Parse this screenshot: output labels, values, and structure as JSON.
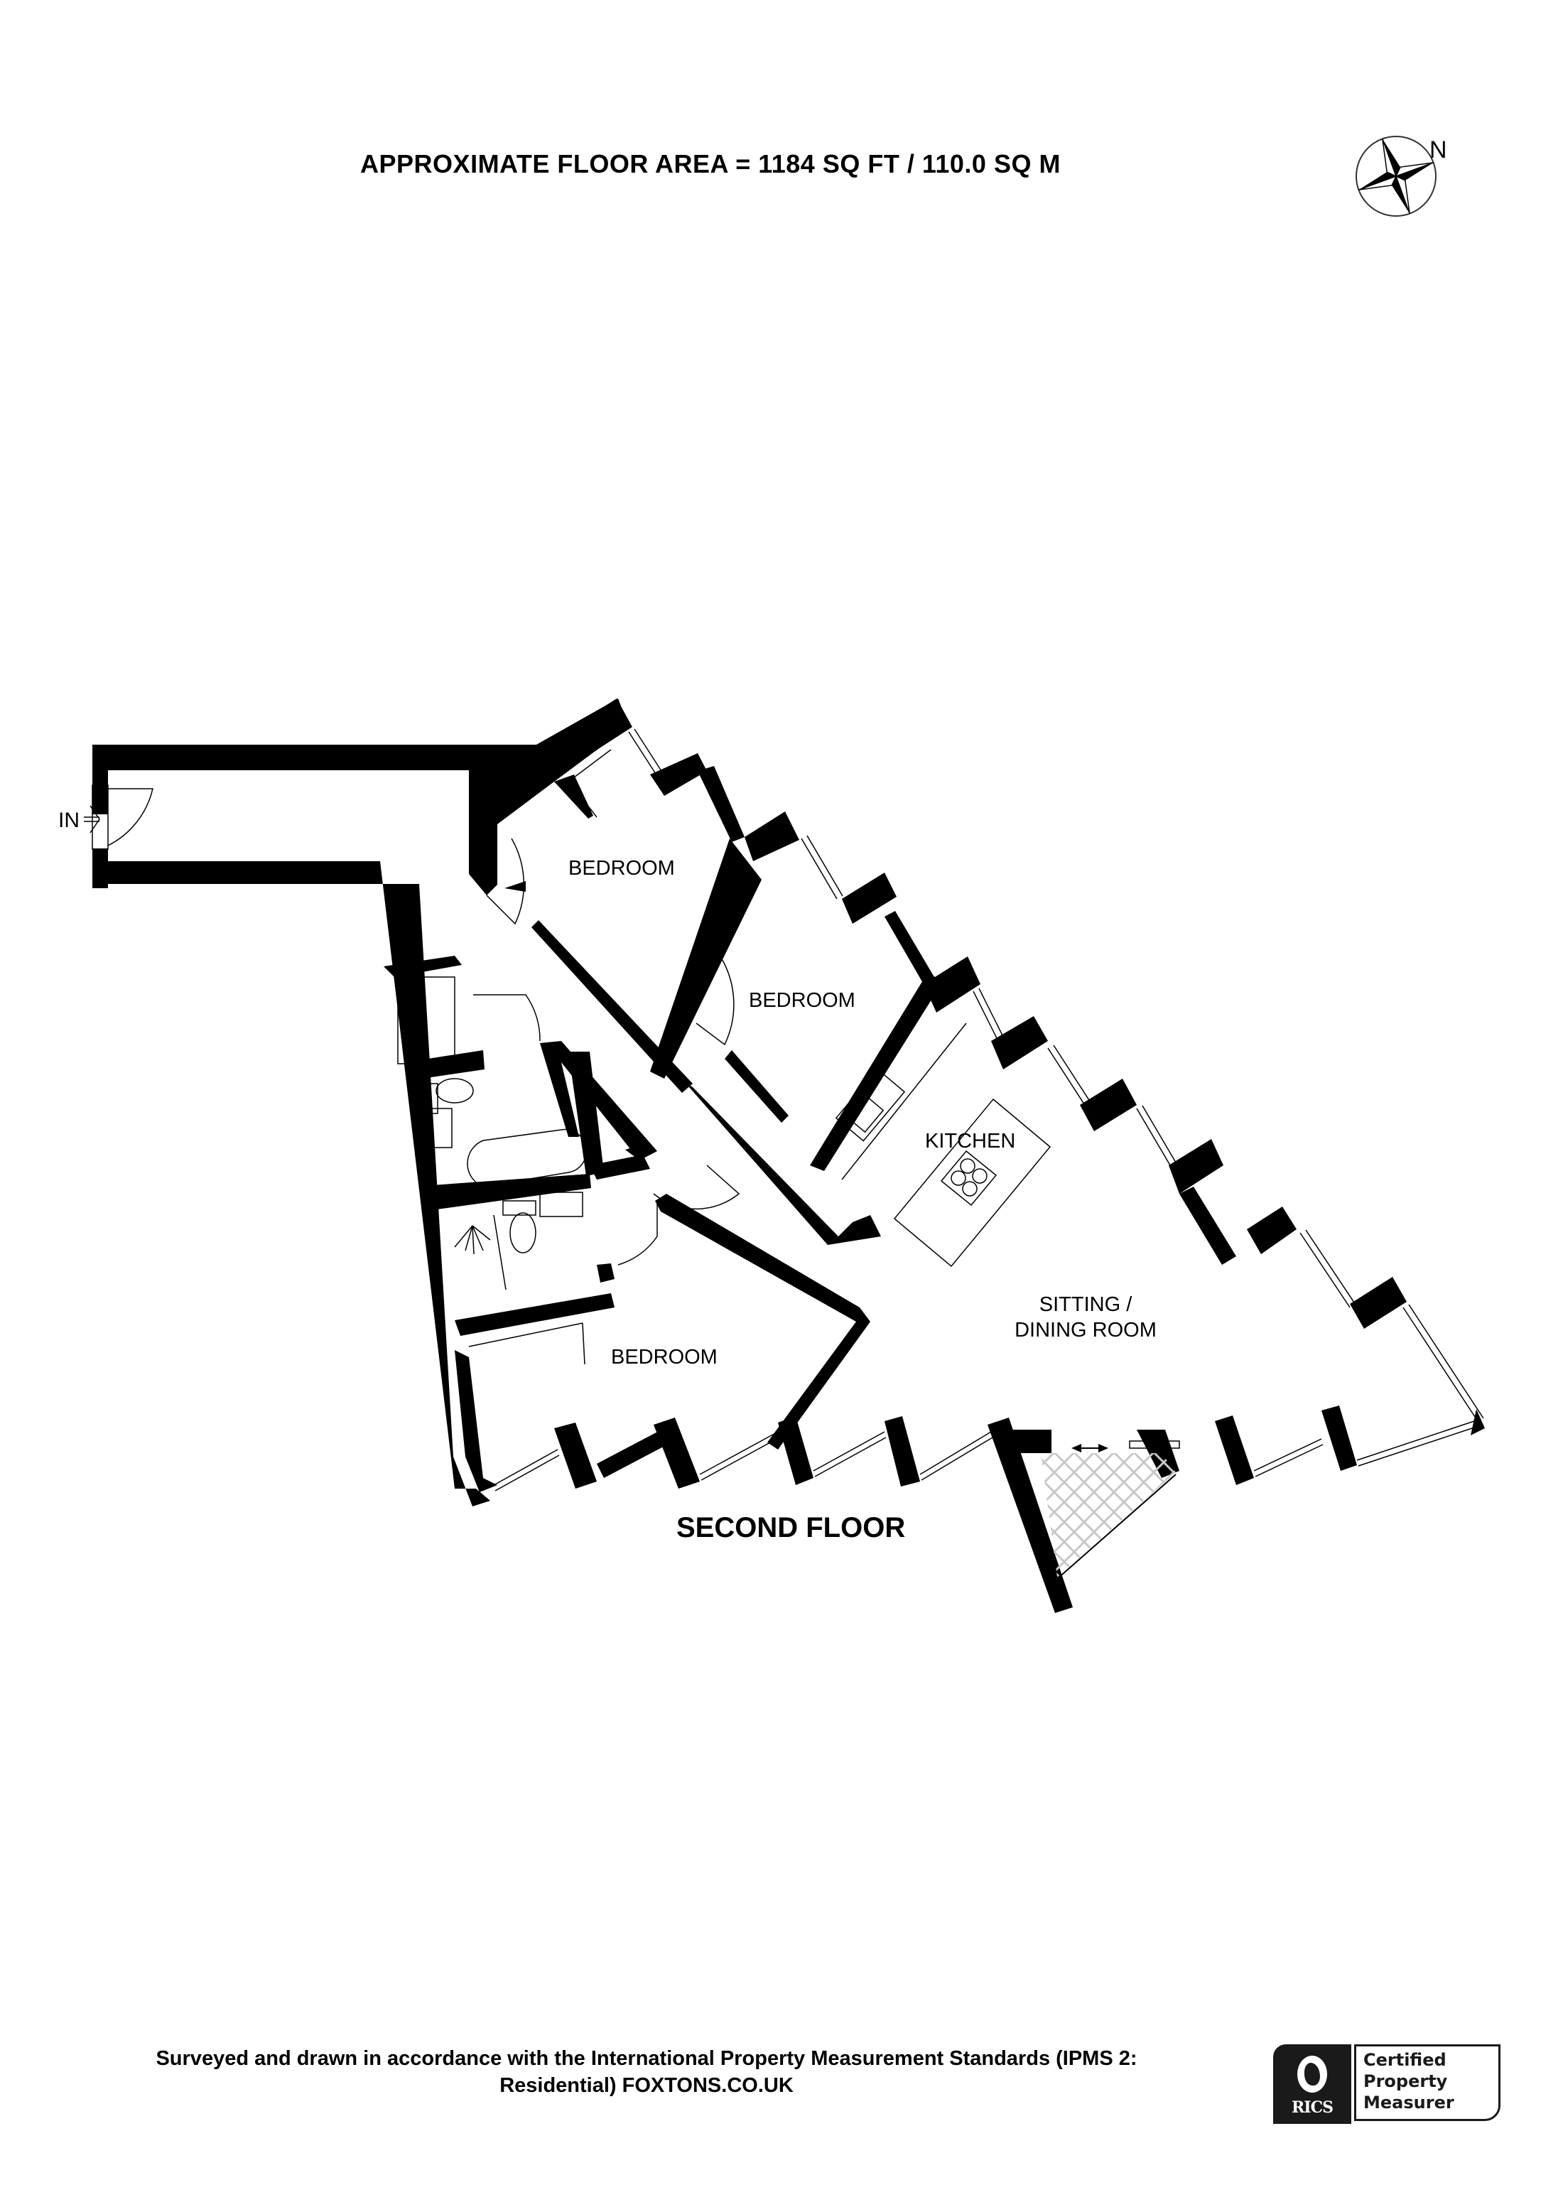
{
  "header": {
    "title": "APPROXIMATE FLOOR AREA = 1184 SQ FT / 110.0 SQ M",
    "compass_label": "N",
    "compass_icon": "compass-rose-icon"
  },
  "plan": {
    "entrance_label": "IN",
    "floor_name": "SECOND FLOOR",
    "rooms": [
      {
        "id": "bedroom-1",
        "label": "BEDROOM"
      },
      {
        "id": "bedroom-2",
        "label": "BEDROOM"
      },
      {
        "id": "kitchen",
        "label": "KITCHEN"
      },
      {
        "id": "sitting-dining",
        "label_line1": "SITTING /",
        "label_line2": "DINING ROOM"
      },
      {
        "id": "bedroom-3",
        "label": "BEDROOM"
      }
    ],
    "fixtures": [
      "entrance-door",
      "sink",
      "hob",
      "kitchen-island",
      "toilet",
      "bath",
      "basin",
      "shower",
      "balcony",
      "sliding-door"
    ],
    "colors": {
      "wall": "#000000",
      "background": "#ffffff",
      "balcony_hatch": "#c8c8c8"
    }
  },
  "footer": {
    "line1": "Surveyed and drawn in accordance with the International Property Measurement Standards (IPMS 2:",
    "line2": "Residential) FOXTONS.CO.UK",
    "badge": {
      "brand": "RICS",
      "line1": "Certified",
      "line2": "Property",
      "line3": "Measurer"
    }
  }
}
